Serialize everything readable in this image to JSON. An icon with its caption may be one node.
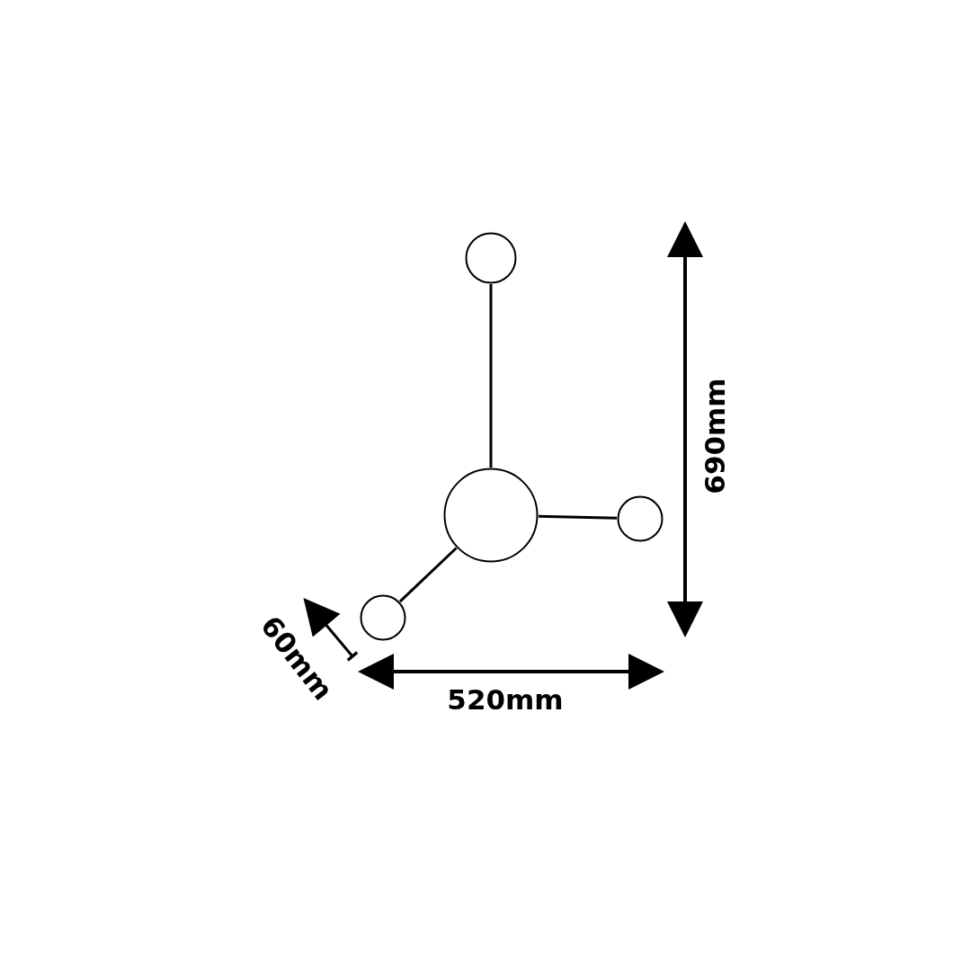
{
  "diagram": {
    "nodes": [
      {
        "text": [],
        "shape": "circle"
      },
      {
        "text": [],
        "shape": "circle"
      },
      {
        "text": [],
        "shape": "circle"
      },
      {
        "text": [],
        "shape": "circle"
      }
    ],
    "edges": [
      {
        "from": 0,
        "to": 1,
        "arrow": "none"
      },
      {
        "from": 1,
        "to": 2,
        "arrow": "none"
      },
      {
        "from": 1,
        "to": 3,
        "arrow": "none"
      }
    ],
    "labels": [
      "690mm",
      "520mm",
      "60mm"
    ]
  }
}
